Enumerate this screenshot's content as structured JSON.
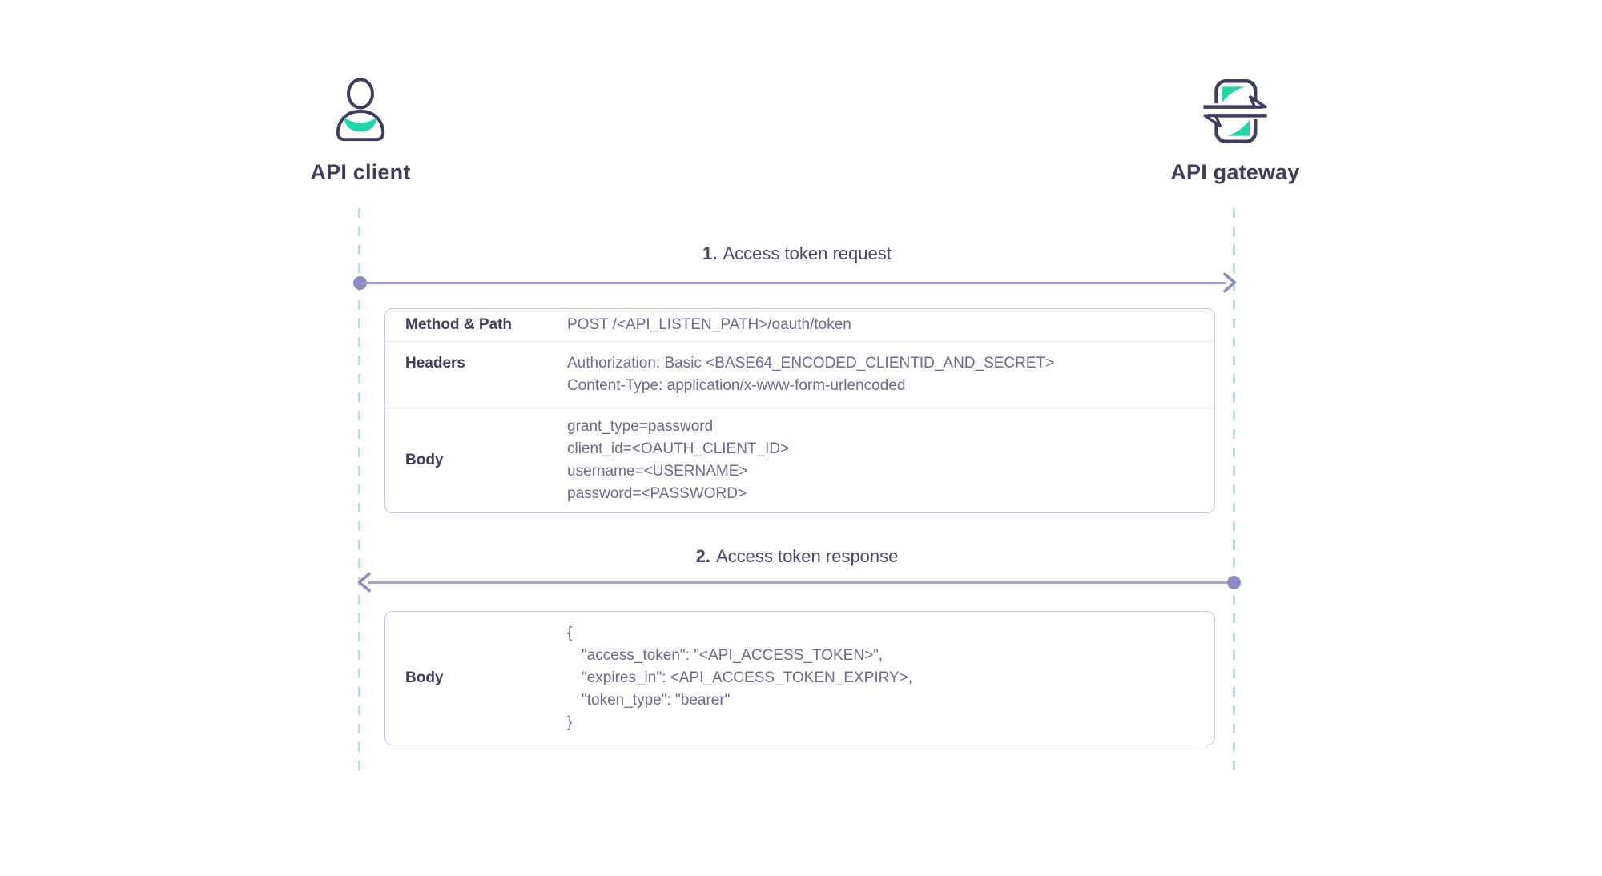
{
  "colors": {
    "ink": "#3e3c5f",
    "value_text": "#6c6890",
    "message_label_text": "#4b4870",
    "arrow_line": "#a6a1d3",
    "arrow_accent": "#8f89c2",
    "lifeline_dash": "#ace8da",
    "table_border": "#c8c4e4",
    "row_divider": "#eae8f5",
    "icon_stroke": "#3e3c5f",
    "icon_accent_teal": "#1fd6a8",
    "background": "#ffffff"
  },
  "actors": [
    {
      "name": "API client",
      "icon": "user-icon"
    },
    {
      "name": "API gateway",
      "icon": "gateway-sync-icon"
    }
  ],
  "messages": [
    {
      "number": "1.",
      "label": "Access token request",
      "direction": "left-to-right",
      "table": {
        "rows": [
          {
            "label": "Method & Path",
            "lines": [
              "POST /<API_LISTEN_PATH>/oauth/token"
            ]
          },
          {
            "label": "Headers",
            "lines": [
              "Authorization: Basic <BASE64_ENCODED_CLIENTID_AND_SECRET>",
              "Content-Type: application/x-www-form-urlencoded"
            ]
          },
          {
            "label": "Body",
            "lines": [
              "grant_type=password",
              "client_id=<OAUTH_CLIENT_ID>",
              "username=<USERNAME>",
              "password=<PASSWORD>"
            ]
          }
        ]
      }
    },
    {
      "number": "2.",
      "label": "Access token response",
      "direction": "right-to-left",
      "table": {
        "rows": [
          {
            "label": "Body",
            "lines": [
              "{",
              "\"access_token\": \"<API_ACCESS_TOKEN>\",",
              "\"expires_in\": <API_ACCESS_TOKEN_EXPIRY>,",
              "\"token_type\": \"bearer\"",
              "}"
            ]
          }
        ]
      }
    }
  ]
}
